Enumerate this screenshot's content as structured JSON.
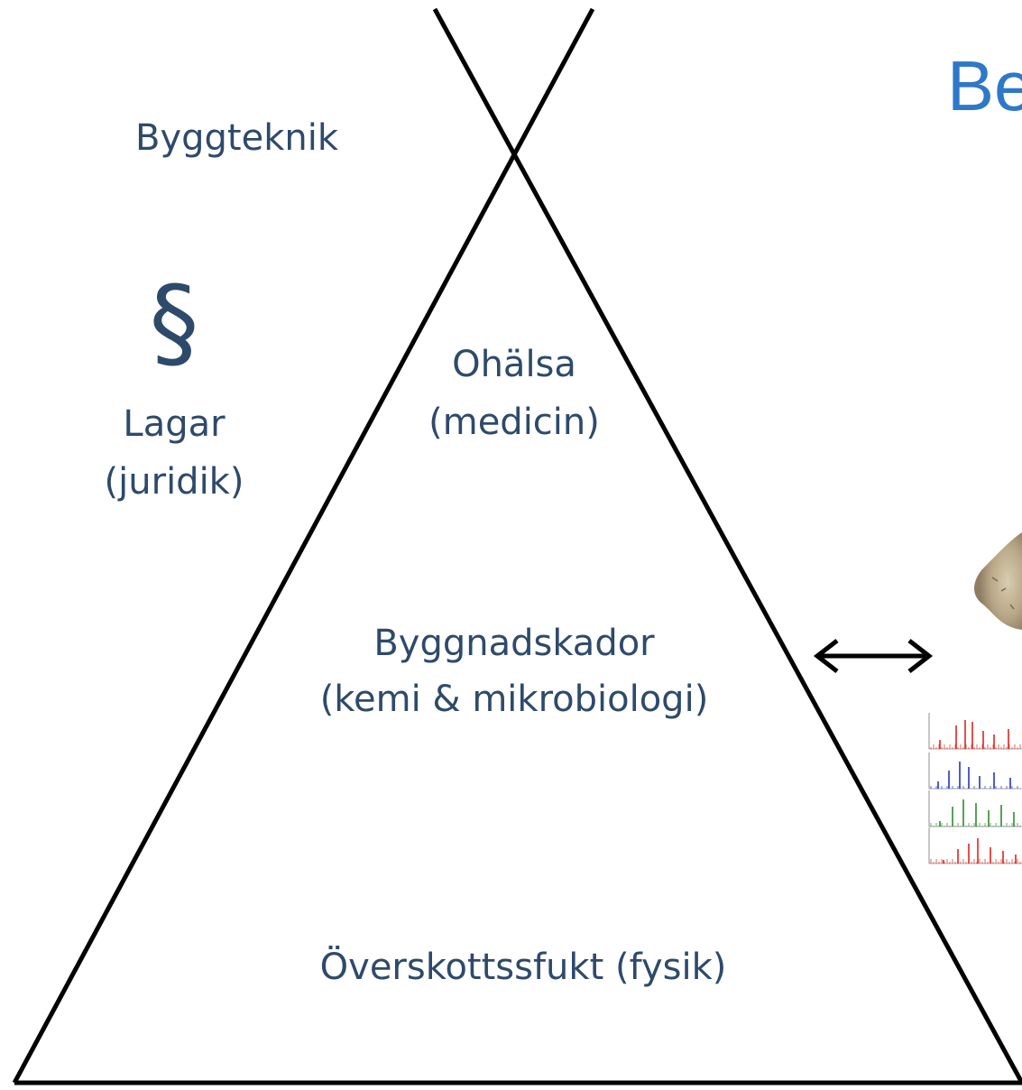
{
  "title_partial": "Be",
  "labels": {
    "byggteknik": "Byggteknik",
    "section_symbol": "§",
    "lagar_line1": "Lagar",
    "lagar_line2": "(juridik)",
    "ohalsa_line1": "Ohälsa",
    "ohalsa_line2": "(medicin)",
    "byggnadskador_line1": "Byggnadskador",
    "byggnadskador_line2": "(kemi & mikrobiologi)",
    "overskottsfukt": "Överskottssfukt (fysik)"
  },
  "colors": {
    "label_text": "#2e4a6b",
    "title_text": "#2e78c8",
    "lines": "#000000",
    "series": [
      "#e0251a",
      "#2233cc",
      "#2e8a2e",
      "#e0251a"
    ]
  }
}
